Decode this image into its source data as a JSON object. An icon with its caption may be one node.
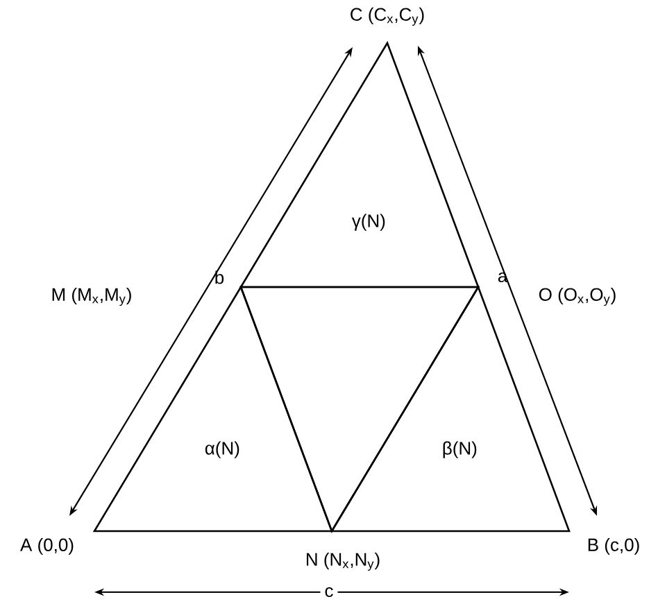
{
  "diagram": {
    "nodes": [
      {
        "text": [
          "γ(N)"
        ]
      },
      {
        "text": [
          "α(N)"
        ]
      },
      {
        "text": [],
        "shape": "triangle"
      },
      {
        "text": [
          "β(N)"
        ]
      }
    ],
    "labels": [
      "C (C$_{x}$,C$_{y}$)",
      "M (M$_{x}$,M$_{y}$)",
      "b",
      "a",
      "O (O$_{x}$,O$_{y}$)",
      "A (0,0)",
      "N (N$_{x}$,N$_{y}$)",
      "B (c,0)",
      "c"
    ]
  }
}
